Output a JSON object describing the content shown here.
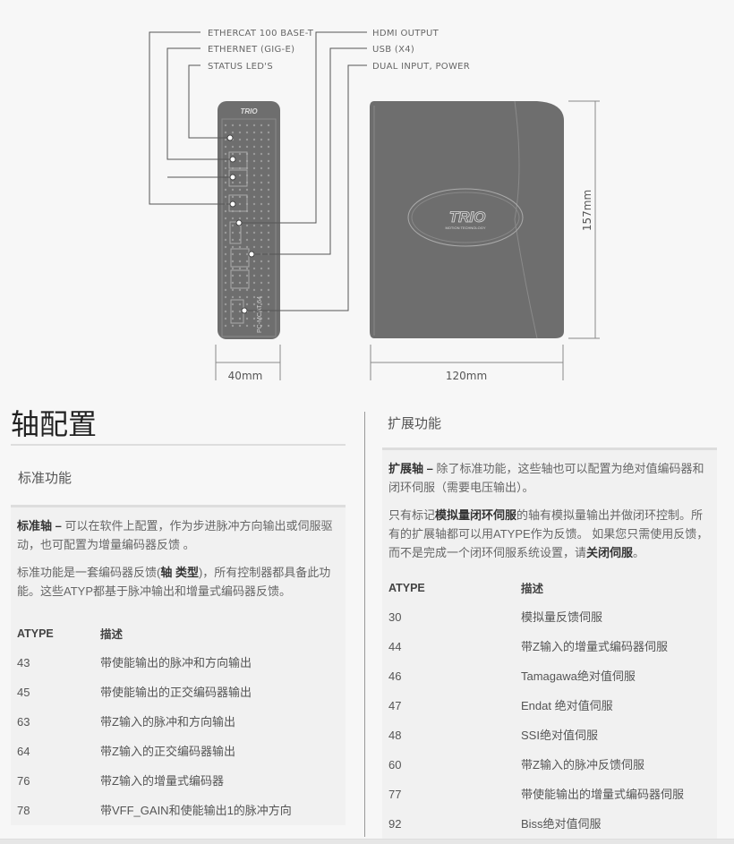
{
  "diagram": {
    "callouts_left": [
      "ETHERCAT 100 BASE-T",
      "ETHERNET (GIG-E)",
      "STATUS LED'S"
    ],
    "callouts_right": [
      "HDMI OUTPUT",
      "USB (X4)",
      "DUAL INPUT, POWER"
    ],
    "front_logo": "TRIO",
    "front_model": "PC-MCAT 64",
    "side_logo": "TRIO",
    "side_logo_sub": "MOTION TECHNOLOGY",
    "dim_width": "40mm",
    "dim_depth": "120mm",
    "dim_height": "157mm",
    "device_color": "#6e6e6e"
  },
  "left": {
    "title": "轴配置",
    "subtitle": "标准功能",
    "p1_bold": "标准轴 –",
    "p1": " 可以在软件上配置，作为步进脉冲方向输出或伺服驱动，也可配置为增量编码器反馈 。",
    "p2a": "标准功能是一套编码器反馈(",
    "p2_bold": "轴 类型",
    "p2b": ")，所有控制器都具备此功能。这些ATYP都基于脉冲输出和增量式编码器反馈。",
    "table": {
      "headers": [
        "ATYPE",
        "描述"
      ],
      "rows": [
        [
          "43",
          "带使能输出的脉冲和方向输出"
        ],
        [
          "45",
          "带使能输出的正交编码器输出"
        ],
        [
          "63",
          "带Z输入的脉冲和方向输出"
        ],
        [
          "64",
          "带Z输入的正交编码器输出"
        ],
        [
          "76",
          "带Z输入的增量式编码器"
        ],
        [
          "78",
          "带VFF_GAIN和使能输出1的脉冲方向"
        ]
      ]
    }
  },
  "right": {
    "subtitle": "扩展功能",
    "p1_bold": "扩展轴 –",
    "p1": " 除了标准功能，这些轴也可以配置为绝对值编码器和闭环伺服（需要电压输出）。",
    "p2a": "只有标记",
    "p2_bold1": "模拟量闭环伺服",
    "p2b": "的轴有模拟量输出并做闭环控制。所有的扩展轴都可以用ATYPE作为反馈。 如果您只需使用反馈，而不是完成一个闭环伺服系统设置，请",
    "p2_bold2": "关闭伺服",
    "p2c": "。",
    "table": {
      "headers": [
        "ATYPE",
        "描述"
      ],
      "rows": [
        [
          "30",
          "模拟量反馈伺服"
        ],
        [
          "44",
          "带Z输入的增量式编码器伺服"
        ],
        [
          "46",
          "Tamagawa绝对值伺服"
        ],
        [
          "47",
          "Endat 绝对值伺服"
        ],
        [
          "48",
          "SSI绝对值伺服"
        ],
        [
          "60",
          "带Z输入的脉冲反馈伺服"
        ],
        [
          "77",
          "带使能输出的增量式编码器伺服"
        ],
        [
          "92",
          "Biss绝对值伺服"
        ]
      ]
    }
  }
}
